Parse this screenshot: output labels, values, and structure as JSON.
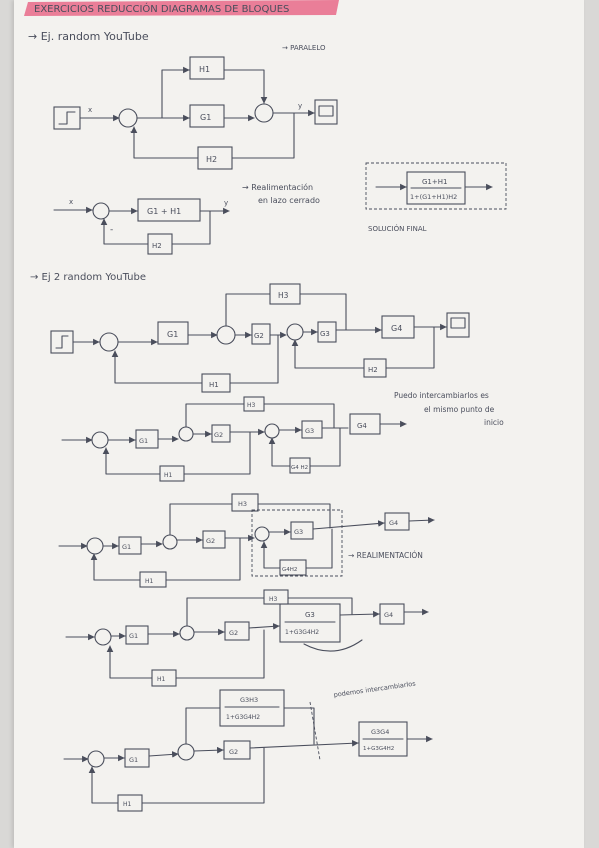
{
  "title": "EXERCICIOS REDUCCIÓN DIAGRAMAS DE BLOQUES",
  "colors": {
    "highlight": "#e86a88",
    "ink": "#4a4e5c",
    "paper": "#f3f2ef"
  },
  "ex1": {
    "heading": "→ Ej. random YouTube",
    "note_parallel": "→ PARALELO",
    "signal_x": "x",
    "signal_y": "y",
    "minus": "-",
    "blocks": {
      "h1": "H1",
      "g1": "G1",
      "h2": "H2"
    },
    "step2": {
      "forward": "G1 + H1",
      "feedback": "H2",
      "x": "x",
      "y": "y",
      "minus": "-"
    },
    "note_feedback": "→ Realimentación en lazo cerrado",
    "final": {
      "num": "G1+H1",
      "den": "1+(G1+H1)H2",
      "label": "SOLUCIÓN FINAL"
    }
  },
  "ex2": {
    "heading": "→ Ej 2 random YouTube",
    "blocks": {
      "h3": "H3",
      "g1": "G1",
      "g2": "G2",
      "g3": "G3",
      "g4": "G4",
      "h1": "H1",
      "h2": "H2"
    },
    "note_interchange": "Puedo intercambiarlos es el mismo punto de inicio",
    "step2": {
      "h3": "H3",
      "g1": "G1",
      "g2": "G2",
      "g3": "G3",
      "g4": "G4",
      "h1": "H1",
      "g4h2": "G4 H2"
    },
    "step3": {
      "h3": "H3",
      "g1": "G1",
      "g2": "G2",
      "g3": "G3",
      "g4": "G4",
      "h1": "H1",
      "g4h2": "G4H2",
      "note": "→ REALIMENTACIÓN"
    },
    "step4": {
      "h3": "H3",
      "g1": "G1",
      "g2": "G2",
      "num": "G3",
      "den": "1+G3G4H2",
      "g4": "G4",
      "h1": "H1"
    },
    "step5": {
      "num_a": "G3H3",
      "den_a": "1+G3G4H2",
      "g1": "G1",
      "g2": "G2",
      "num_b": "G3G4",
      "den_b": "1+G3G4H2",
      "h1": "H1",
      "note": "podemos intercambiarlos"
    }
  }
}
